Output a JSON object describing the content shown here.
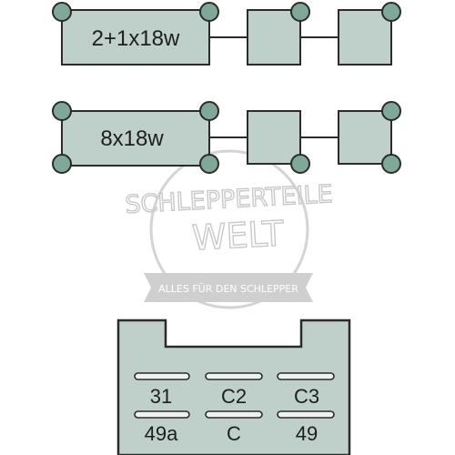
{
  "colors": {
    "box_fill": "#bfcfc9",
    "box_stroke": "#2b2b2b",
    "terminal_fill": "#7fa898",
    "terminal_stroke": "#2b2b2b",
    "watermark": "#c9c9c9"
  },
  "diagrams": [
    {
      "label": "2+1x18w"
    },
    {
      "label": "8x18w"
    }
  ],
  "watermark": {
    "line1": "SCHLEPPERTEILE",
    "line2": "WELT",
    "tagline": "ALLES FÜR DEN SCHLEPPER"
  },
  "connector": {
    "pins_top": [
      "31",
      "C2",
      "C3"
    ],
    "pins_bottom": [
      "49a",
      "C",
      "49"
    ]
  }
}
